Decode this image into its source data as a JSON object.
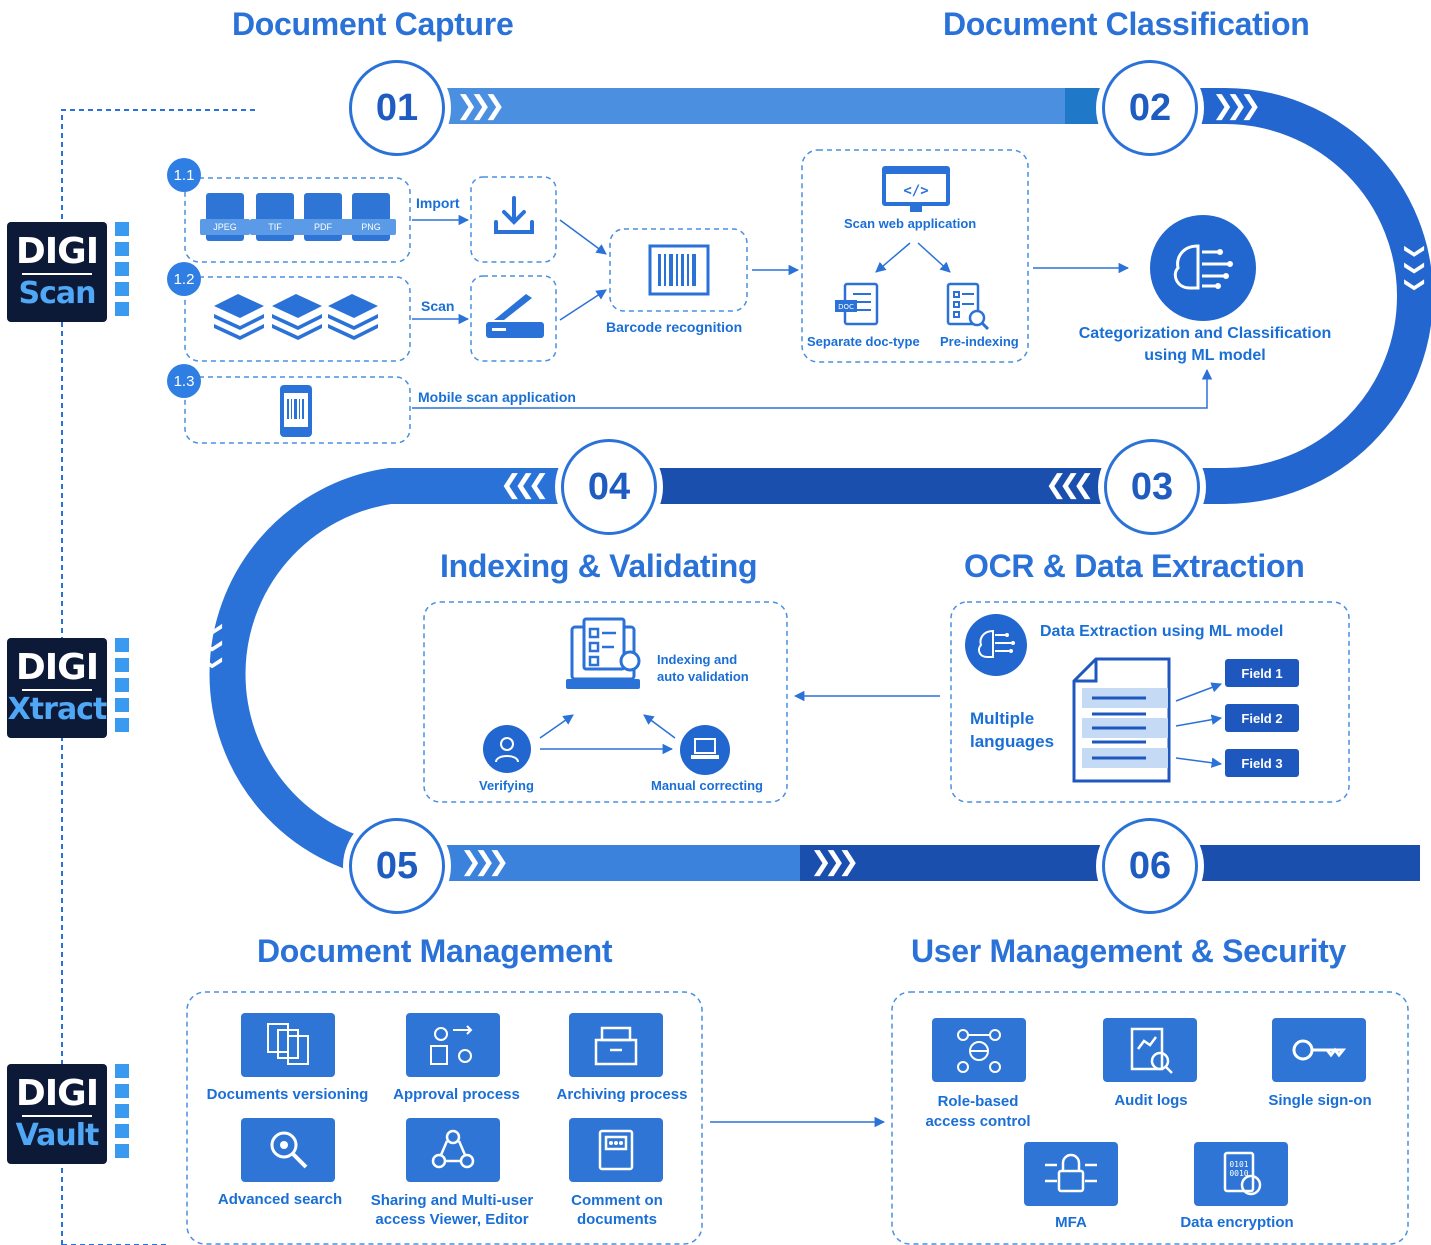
{
  "stages": [
    {
      "num": "01",
      "title": "Document Capture"
    },
    {
      "num": "02",
      "title": "Document Classification"
    },
    {
      "num": "03",
      "title": "OCR & Data Extraction"
    },
    {
      "num": "04",
      "title": "Indexing & Validating"
    },
    {
      "num": "05",
      "title": "Document Management"
    },
    {
      "num": "06",
      "title": "User Management & Security"
    }
  ],
  "brands": [
    {
      "top": "DIGI",
      "bottom": "Scan"
    },
    {
      "top": "DIGI",
      "bottom": "Xtract"
    },
    {
      "top": "DIGI",
      "bottom": "Vault"
    }
  ],
  "capture": {
    "steps": [
      "1.1",
      "1.2",
      "1.3"
    ],
    "file_types": [
      "JPEG",
      "TIF",
      "PDF",
      "PNG"
    ],
    "import_label": "Import",
    "scan_label": "Scan",
    "mobile_label": "Mobile scan application",
    "barcode_label": "Barcode recognition"
  },
  "classification": {
    "web_app": "Scan web application",
    "separate": "Separate doc-type",
    "preindex": "Pre-indexing",
    "ml": "Categorization and Classification\nusing ML model"
  },
  "ocr": {
    "title": "Data Extraction using ML model",
    "languages": "Multiple\nlanguages",
    "fields": [
      "Field 1",
      "Field 2",
      "Field 3"
    ]
  },
  "indexing": {
    "auto": "Indexing and\nauto validation",
    "verifying": "Verifying",
    "manual": "Manual correcting"
  },
  "management": {
    "items": [
      "Documents versioning",
      "Approval process",
      "Archiving process",
      "Advanced search",
      "Sharing and Multi-user\naccess Viewer, Editor",
      "Comment on\ndocuments"
    ]
  },
  "security": {
    "items": [
      "Role-based\naccess control",
      "Audit logs",
      "Single sign-on",
      "MFA",
      "Data encryption"
    ]
  },
  "colors": {
    "primary": "#2a72d8",
    "dark": "#1b4fae",
    "light": "#4a8fe0",
    "text": "#1a6fd6"
  }
}
